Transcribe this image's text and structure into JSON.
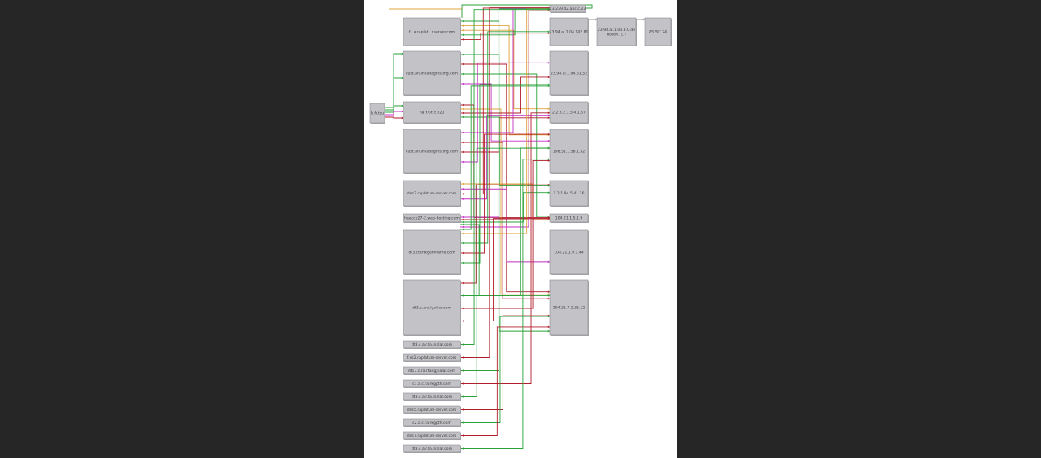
{
  "diagram": {
    "colors": {
      "green": "#2aa13a",
      "red": "#b11d2a",
      "magenta": "#c42fc4",
      "orange": "#e0a23a",
      "gray": "#8d8d91",
      "node_fill": "#c3c2c6"
    },
    "root": {
      "label": "h.fr.tsu"
    },
    "hosts": [
      {
        "label": "f...a.raplat...r.server.com"
      },
      {
        "label": "cust.anunvadagrosting.com"
      },
      {
        "label": "na.Y.Gfl.t.h2u"
      },
      {
        "label": "cust.anunvadagrosting.com"
      },
      {
        "label": "dns2.raplatum-server.com"
      },
      {
        "label": "haacce27-2.web-hosting.com"
      },
      {
        "label": "dt3.ctartkgemhame.com"
      },
      {
        "label": "dt3.c.ara.ly.shar.com"
      },
      {
        "label": "dt3.c.a.r.ta.jnalar.com"
      },
      {
        "label": "f.es2.raplatum-server.com"
      },
      {
        "label": "dt17.c.ra.rtangjnalar.com"
      },
      {
        "label": "c1.a.c.ra.rkgpth.com"
      },
      {
        "label": "dt3.c.a.r.ta.jnalar.com"
      },
      {
        "label": "dns5.raplatum-server.com"
      },
      {
        "label": "c2.a.c.ra.rkgpth.com"
      },
      {
        "label": "dns7.raplatum-server.com"
      },
      {
        "label": "dt3.c.a.r.ta.jnalar.com"
      }
    ],
    "addresses": [
      {
        "label": "23.239.42.abc.c.23"
      },
      {
        "label": "23.94.al.1.04.142.81"
      },
      {
        "label": "23.94.al.1.94.61.52"
      },
      {
        "label": "2.2.3.2.1.5.4.1.57"
      },
      {
        "label": "198.51.1.58.1.32"
      },
      {
        "label": "1.2.1.94.5.41.16"
      },
      {
        "label": "104.21.1.5.1.9"
      },
      {
        "label": "104.21.1.9.1.44"
      },
      {
        "label": "104.21.7.1.35.12"
      }
    ],
    "asn": {
      "label_line1": "23.94.al.1.04.8.0.de",
      "label_line2": "Hostin. E.Y"
    },
    "as_number": {
      "label": "AS397.24"
    }
  }
}
